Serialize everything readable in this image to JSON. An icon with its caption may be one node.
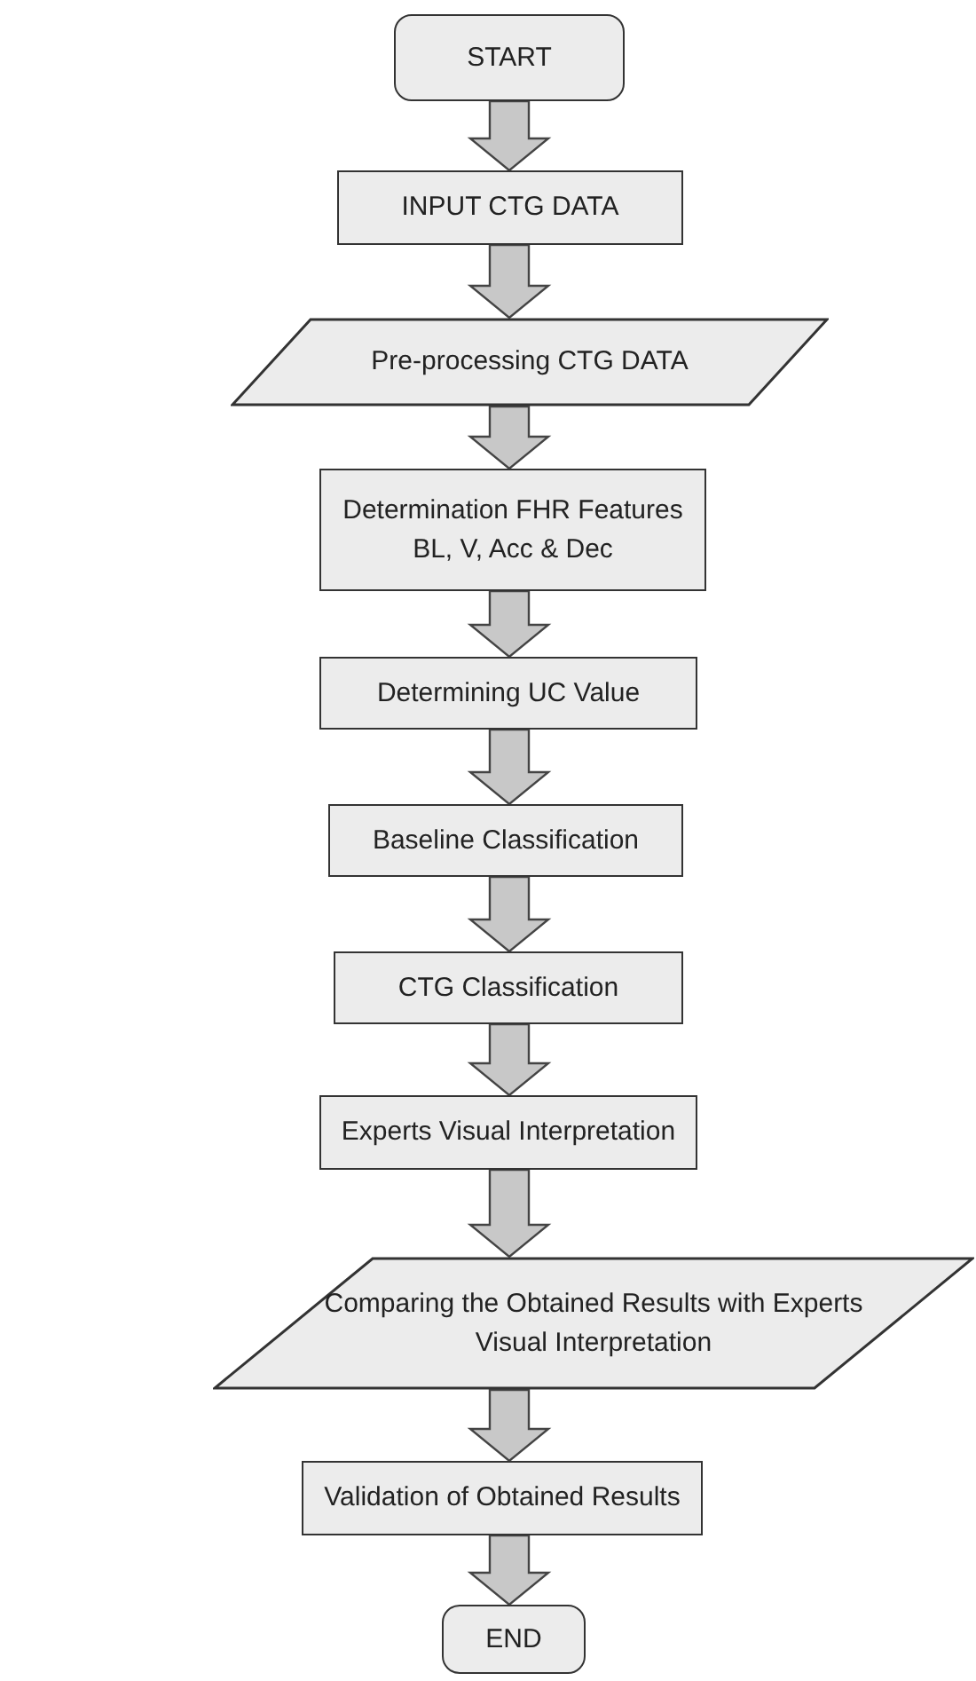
{
  "diagram": {
    "nodes": [
      {
        "text": [
          "START"
        ]
      },
      {
        "text": [
          "INPUT CTG DATA"
        ]
      },
      {
        "text": [
          "Pre-processing CTG DATA"
        ]
      },
      {
        "text": [
          "Determination FHR Features BL, V, Acc & Dec"
        ]
      },
      {
        "text": [
          "Determining UC Value"
        ]
      },
      {
        "text": [
          "Baseline Classification"
        ]
      },
      {
        "text": [
          "CTG Classification"
        ]
      },
      {
        "text": [
          "Experts Visual Interpretation"
        ]
      },
      {
        "text": [
          "Comparing the Obtained Results with Experts Visual Interpretation"
        ]
      },
      {
        "text": [
          "Validation of Obtained Results"
        ]
      },
      {
        "text": [
          "END"
        ]
      }
    ],
    "edges": [
      {
        "from": 0,
        "to": 1,
        "arrow": "to"
      },
      {
        "from": 1,
        "to": 2,
        "arrow": "to"
      },
      {
        "from": 2,
        "to": 3,
        "arrow": "to"
      },
      {
        "from": 3,
        "to": 4,
        "arrow": "to"
      },
      {
        "from": 4,
        "to": 5,
        "arrow": "to"
      },
      {
        "from": 5,
        "to": 6,
        "arrow": "to"
      },
      {
        "from": 6,
        "to": 7,
        "arrow": "to"
      },
      {
        "from": 7,
        "to": 8,
        "arrow": "to"
      },
      {
        "from": 8,
        "to": 9,
        "arrow": "to"
      },
      {
        "from": 9,
        "to": 10,
        "arrow": "to"
      }
    ]
  }
}
